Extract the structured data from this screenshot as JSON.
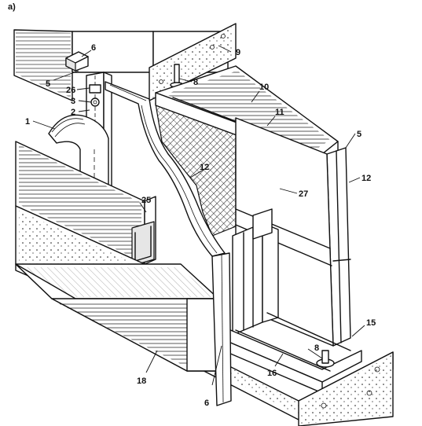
{
  "corner_mark": "a)",
  "labels": {
    "l1": "1",
    "l2": "2",
    "l3": "3",
    "l5a": "5",
    "l5b": "5",
    "l6a": "6",
    "l6b": "6",
    "l8a": "8",
    "l8b": "8",
    "l9": "9",
    "l10": "10",
    "l11": "11",
    "l12a": "12",
    "l12b": "12",
    "l15": "15",
    "l16": "16",
    "l18": "18",
    "l25": "25",
    "l26": "26",
    "l27": "27"
  }
}
